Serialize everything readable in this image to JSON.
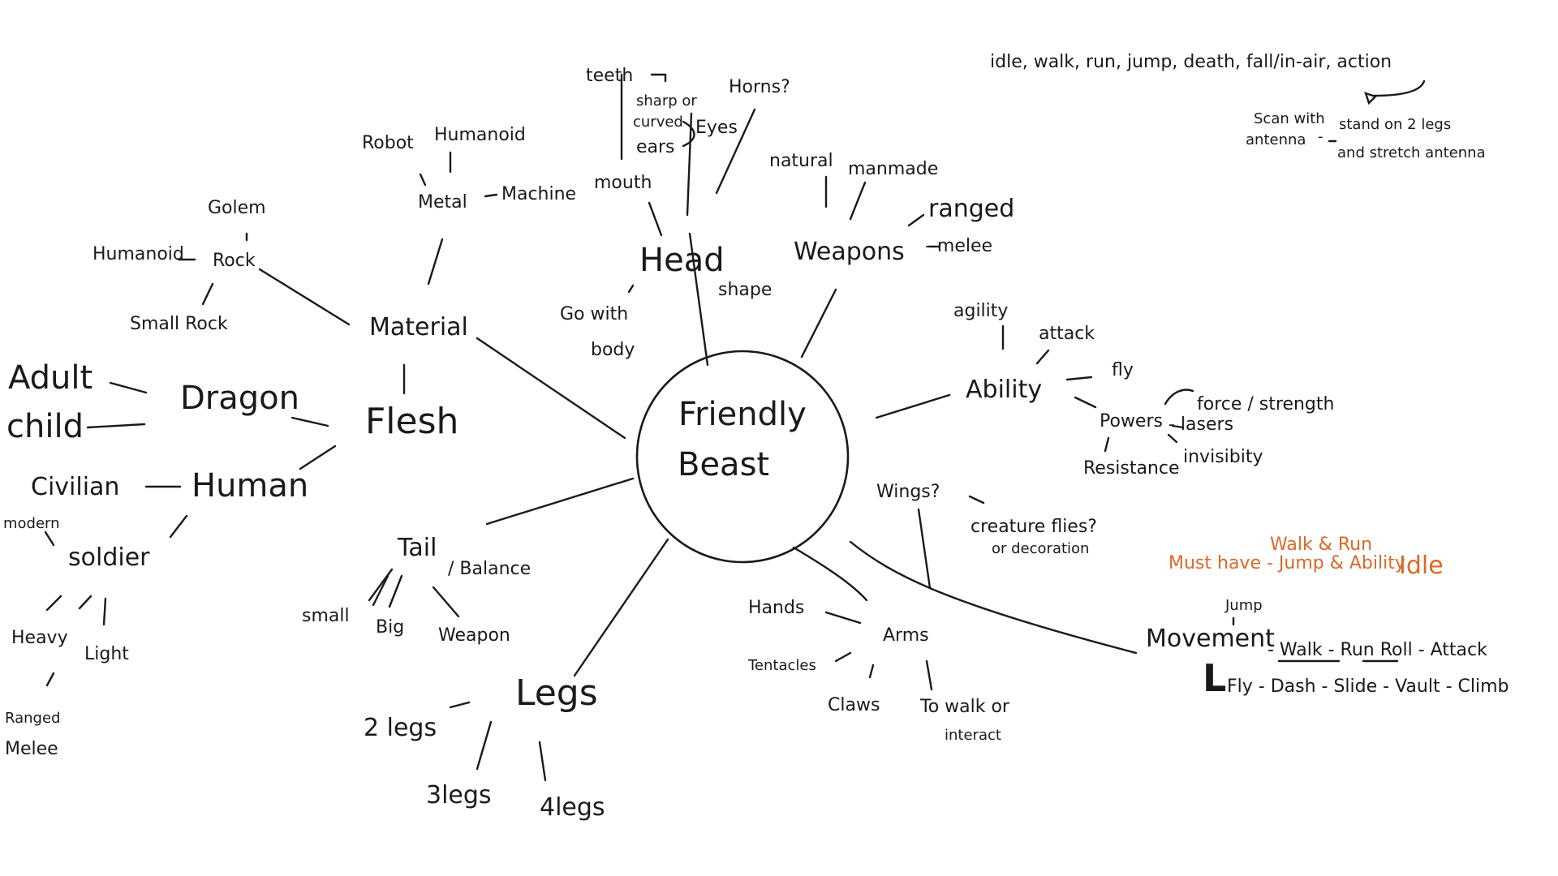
{
  "center": {
    "line1": "Friendly",
    "line2": "Beast"
  },
  "material": {
    "label": "Material",
    "rock": "Rock",
    "golem": "Golem",
    "humanoid_rock": "Humanoid",
    "small_rock": "Small Rock",
    "metal": "Metal",
    "robot": "Robot",
    "humanoid_metal": "Humanoid",
    "machine": "Machine",
    "flesh": "Flesh",
    "dragon": "Dragon",
    "adult": "Adult",
    "child": "child",
    "human": "Human",
    "civilian": "Civilian",
    "soldier": "soldier",
    "modern": "modern",
    "heavy": "Heavy",
    "light": "Light",
    "ranged": "Ranged",
    "melee": "Melee"
  },
  "head": {
    "label": "Head",
    "teeth": "teeth",
    "sharp_curved_1": "sharp or",
    "sharp_curved_2": "curved",
    "ears": "ears",
    "eyes": "Eyes",
    "horns": "Horns?",
    "mouth": "mouth",
    "shape": "shape",
    "go_with_1": "Go with",
    "go_with_2": "body"
  },
  "weapons": {
    "label": "Weapons",
    "natural": "natural",
    "manmade": "manmade",
    "ranged": "ranged",
    "melee": "- melee"
  },
  "ability": {
    "label": "Ability",
    "agility": "agility",
    "attack": "attack",
    "fly": "fly",
    "powers": "Powers",
    "force": "force / strength",
    "lasers": "- lasers",
    "invisibility": "invisibity",
    "resistance": "Resistance"
  },
  "wings": {
    "label": "Wings?",
    "note1": "creature flies?",
    "note2": "or decoration"
  },
  "arms": {
    "label": "Arms",
    "hands": "Hands",
    "tentacles": "Tentacles",
    "claws": "Claws",
    "walk1": "To walk or",
    "walk2": "interact"
  },
  "legs": {
    "label": "Legs",
    "two": "2 legs",
    "three": "3legs",
    "four": "4legs"
  },
  "tail": {
    "label": "Tail",
    "balance": "/ Balance",
    "small": "small",
    "big": "Big",
    "weapon": "Weapon"
  },
  "movement": {
    "label": "Movement",
    "jump_top": "Jump",
    "row1": "- Walk - Run  Roll - Attack",
    "L": "L",
    "row2": "Fly - Dash - Slide - Vault - Climb",
    "must_have": "Must have - Jump & Ability",
    "walk_run": "Walk & Run",
    "idle": "Idle"
  },
  "animations": {
    "list": "idle, walk, run, jump, death, fall/in-air, action",
    "scan1": "Scan with",
    "scan2": "antenna",
    "dash": "-",
    "stand1": "stand on 2 legs",
    "stand2": "and stretch antenna"
  },
  "colors": {
    "ink": "#1a1a1a",
    "orange": "#d9692a"
  }
}
